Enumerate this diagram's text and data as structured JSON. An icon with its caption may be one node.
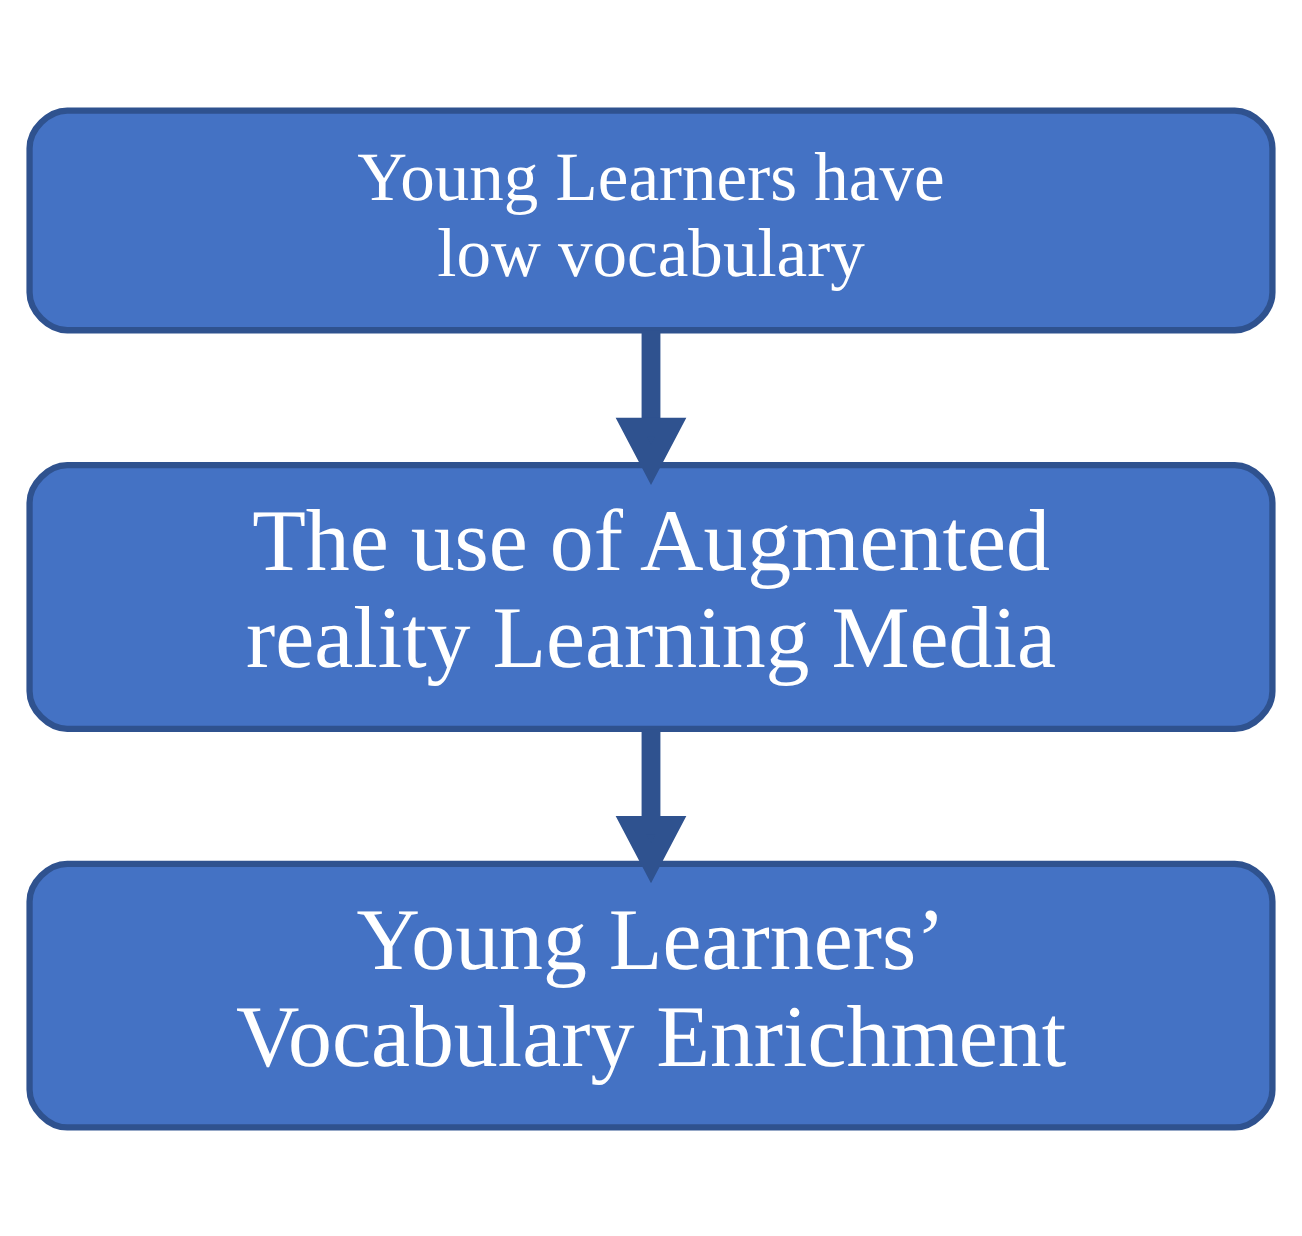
{
  "diagram": {
    "nodes": [
      {
        "text": [
          "Young Learners have low vocabulary"
        ]
      },
      {
        "text": [
          "The use of Augmented reality Learning Media"
        ]
      },
      {
        "text": [
          "Young Learners’ Vocabulary Enrichment"
        ]
      }
    ],
    "edges": [
      {
        "from": 0,
        "to": 1,
        "arrow": "to"
      },
      {
        "from": 1,
        "to": 2,
        "arrow": "to"
      }
    ]
  }
}
